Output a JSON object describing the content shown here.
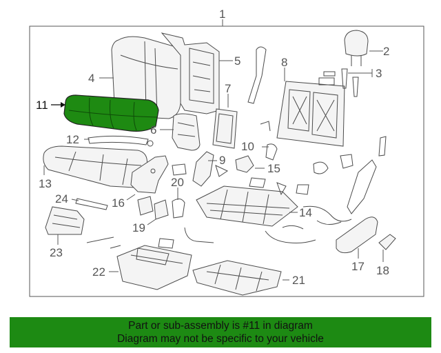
{
  "diagram": {
    "callouts": [
      "1",
      "2",
      "3",
      "4",
      "5",
      "6",
      "7",
      "8",
      "9",
      "10",
      "11",
      "12",
      "13",
      "14",
      "15",
      "16",
      "17",
      "18",
      "19",
      "20",
      "21",
      "22",
      "23",
      "24"
    ],
    "highlight_color": "#1e8a12"
  },
  "banner": {
    "line1": "Part or sub-assembly is #11 in diagram",
    "line2": "Diagram may not be specific to your vehicle",
    "color": "#1d8a13"
  }
}
